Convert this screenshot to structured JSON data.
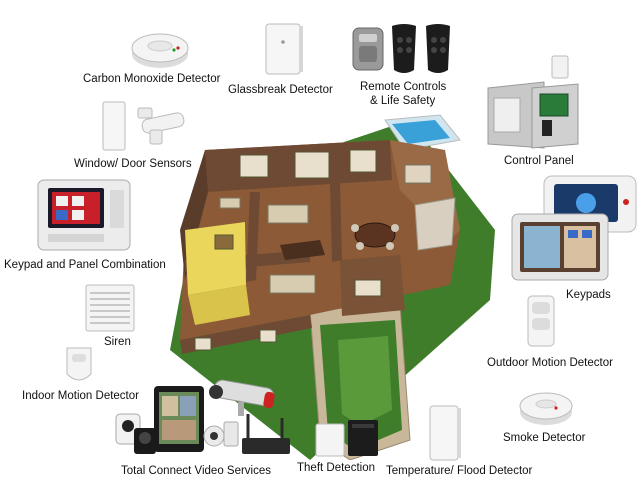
{
  "labels": {
    "co_detector": "Carbon Monoxide Detector",
    "glassbreak": "Glassbreak Detector",
    "remote_line1": "Remote Controls",
    "remote_line2": "& Life Safety",
    "window_door": "Window/ Door Sensors",
    "control_panel": "Control Panel",
    "keypad_panel": "Keypad and Panel Combination",
    "keypads": "Keypads",
    "siren": "Siren",
    "outdoor_motion": "Outdoor Motion Detector",
    "indoor_motion": "Indoor Motion Detector",
    "smoke": "Smoke Detector",
    "video": "Total Connect Video Services",
    "theft": "Theft Detection",
    "temp_flood": "Temperature/ Flood Detector"
  },
  "colors": {
    "device_white": "#f2f2f2",
    "device_outline": "#b9b9b9",
    "panel_gray": "#c8c8c8",
    "house_wall": "#6e4a34",
    "house_floor": "#8c5a36",
    "grass": "#3f7d2a",
    "pavement": "#c9b79a",
    "remote_black": "#1c1c1c"
  },
  "icons": {
    "co_detector": "round-detector-icon",
    "glassbreak": "glassbreak-sensor-icon",
    "remotes": "keyfob-remote-icon",
    "window_door": "contact-sensor-icon",
    "control_panel": "control-panel-box-icon",
    "keypad_panel": "touchscreen-keypad-icon",
    "keypads": "touchscreen-keypad-icon",
    "siren": "siren-grille-icon",
    "outdoor_motion": "motion-sensor-icon",
    "indoor_motion": "motion-sensor-icon",
    "smoke": "smoke-detector-icon",
    "video": "camera-and-tablet-icon",
    "theft": "theft-detector-icon",
    "temp_flood": "flood-sensor-icon",
    "house": "house-cutaway-illustration"
  }
}
